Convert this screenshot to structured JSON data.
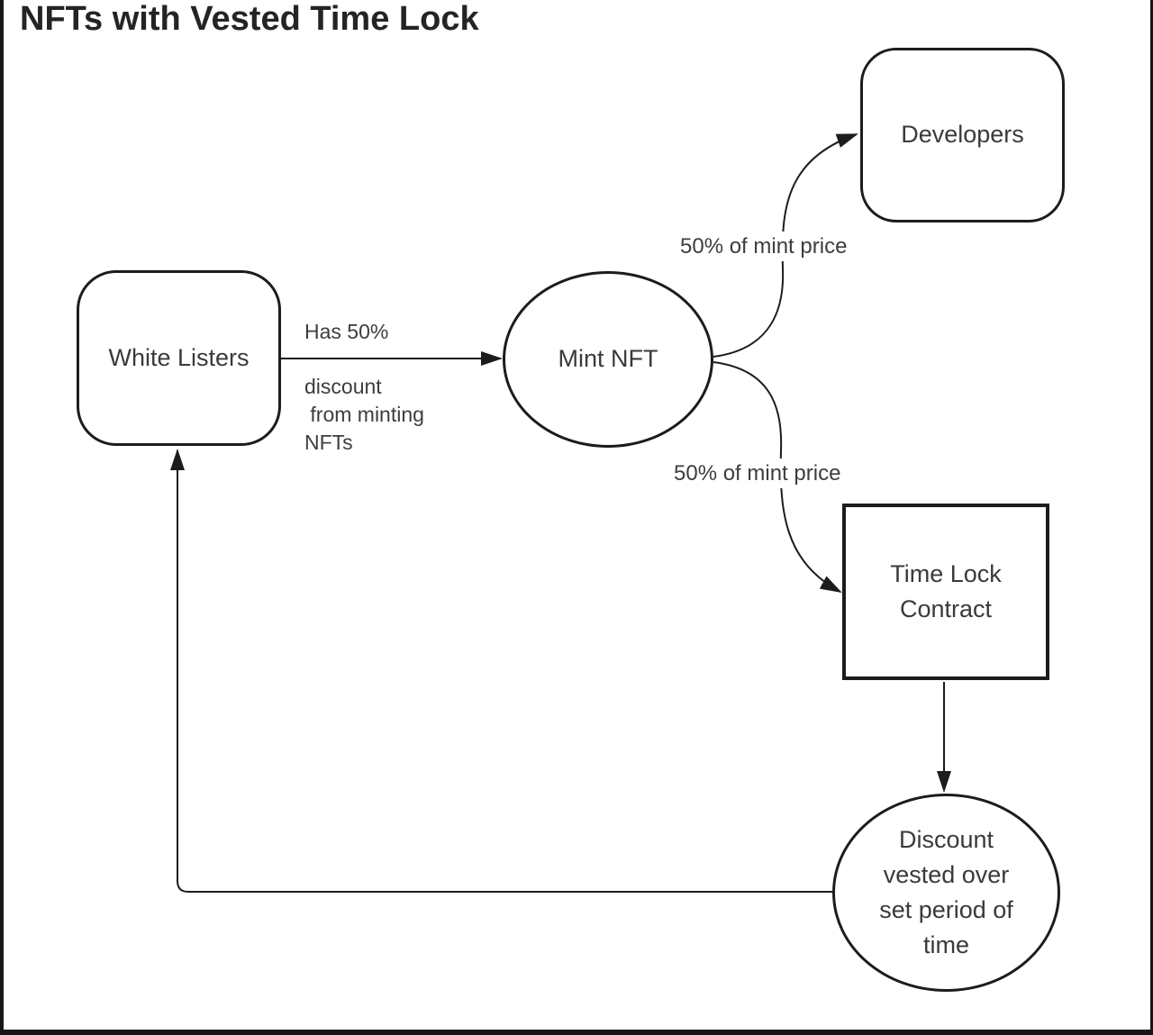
{
  "title": "NFTs with Vested Time Lock",
  "diagram": {
    "nodes": [
      {
        "id": "white-listers",
        "shape": "rounded-rect",
        "label": "White Listers"
      },
      {
        "id": "mint-nft",
        "shape": "ellipse",
        "label": "Mint NFT"
      },
      {
        "id": "developers",
        "shape": "rounded-rect",
        "label": "Developers"
      },
      {
        "id": "time-lock-contract",
        "shape": "rect",
        "label": "Time Lock\nContract"
      },
      {
        "id": "discount-vested",
        "shape": "ellipse",
        "label": "Discount\nvested over\nset period of\ntime"
      }
    ],
    "edges": [
      {
        "from": "white-listers",
        "to": "mint-nft",
        "label_top": "Has 50%",
        "label_bottom": "discount\n from minting\nNFTs"
      },
      {
        "from": "mint-nft",
        "to": "developers",
        "label": "50% of mint price"
      },
      {
        "from": "mint-nft",
        "to": "time-lock-contract",
        "label": "50% of mint price"
      },
      {
        "from": "time-lock-contract",
        "to": "discount-vested",
        "label": ""
      },
      {
        "from": "discount-vested",
        "to": "white-listers",
        "label": ""
      }
    ]
  },
  "colors": {
    "background": "#ffffff",
    "stroke": "#1c1c1c",
    "node_text": "#3a3a3a",
    "label_text": "#3d3d3d",
    "title_text": "#242424",
    "frame": "#161616"
  }
}
